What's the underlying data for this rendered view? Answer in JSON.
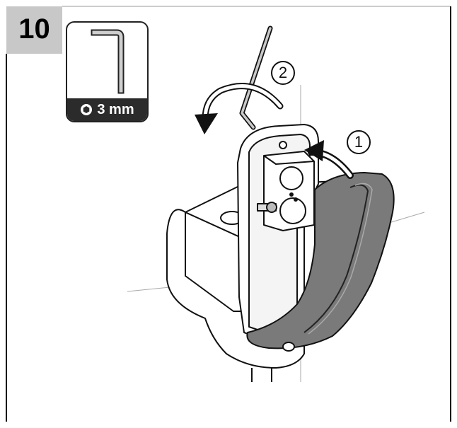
{
  "step": {
    "number": "10"
  },
  "tool": {
    "size_label": "3 mm",
    "icon": "hex-key-icon"
  },
  "callouts": [
    "1",
    "2"
  ],
  "colors": {
    "step_box": "#c8c8c8",
    "cover": "#7a7a7a",
    "label_bar": "#2b2b2b",
    "outline": "#111111"
  }
}
